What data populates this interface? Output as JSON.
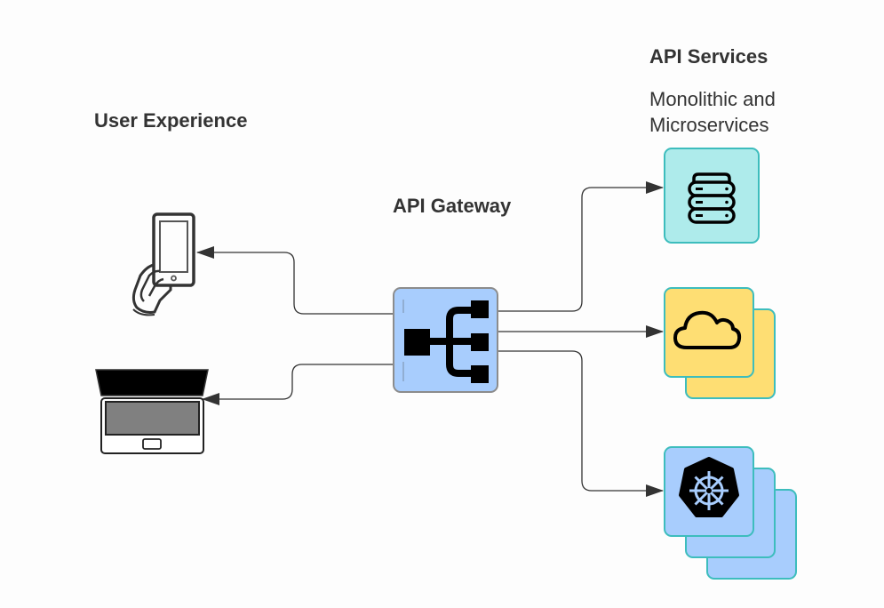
{
  "diagram": {
    "title_groups": {
      "user_experience": {
        "label": "User Experience"
      },
      "api_gateway": {
        "label": "API Gateway"
      },
      "api_services": {
        "label": "API Services",
        "sublabel_line1": "Monolithic and",
        "sublabel_line2": "Microservices"
      }
    },
    "nodes": [
      {
        "id": "mobile",
        "icon": "hand-holding-phone-icon",
        "group": "User Experience"
      },
      {
        "id": "laptop",
        "icon": "laptop-icon",
        "group": "User Experience"
      },
      {
        "id": "gateway",
        "icon": "network-hierarchy-icon",
        "group": "API Gateway"
      },
      {
        "id": "monolith",
        "icon": "server-stack-icon",
        "group": "API Services",
        "stack_count": 1
      },
      {
        "id": "cloud",
        "icon": "cloud-icon",
        "group": "API Services",
        "stack_count": 2
      },
      {
        "id": "kubernetes",
        "icon": "kubernetes-helm-icon",
        "group": "API Services",
        "stack_count": 3
      }
    ],
    "edges": [
      {
        "from": "gateway",
        "to": "mobile"
      },
      {
        "from": "gateway",
        "to": "laptop"
      },
      {
        "from": "gateway",
        "to": "monolith"
      },
      {
        "from": "gateway",
        "to": "cloud"
      },
      {
        "from": "gateway",
        "to": "kubernetes"
      }
    ],
    "colors": {
      "background": "#fdfdfd",
      "text": "#333333",
      "connector": "#333333",
      "gateway_fill": "#a8cdfd",
      "gateway_border": "#8c8c8c",
      "service_border": "#3dbdbd",
      "monolith_fill": "#aeebeb",
      "cloud_fill": "#fede73",
      "kubernetes_fill": "#a8cdfd"
    }
  }
}
